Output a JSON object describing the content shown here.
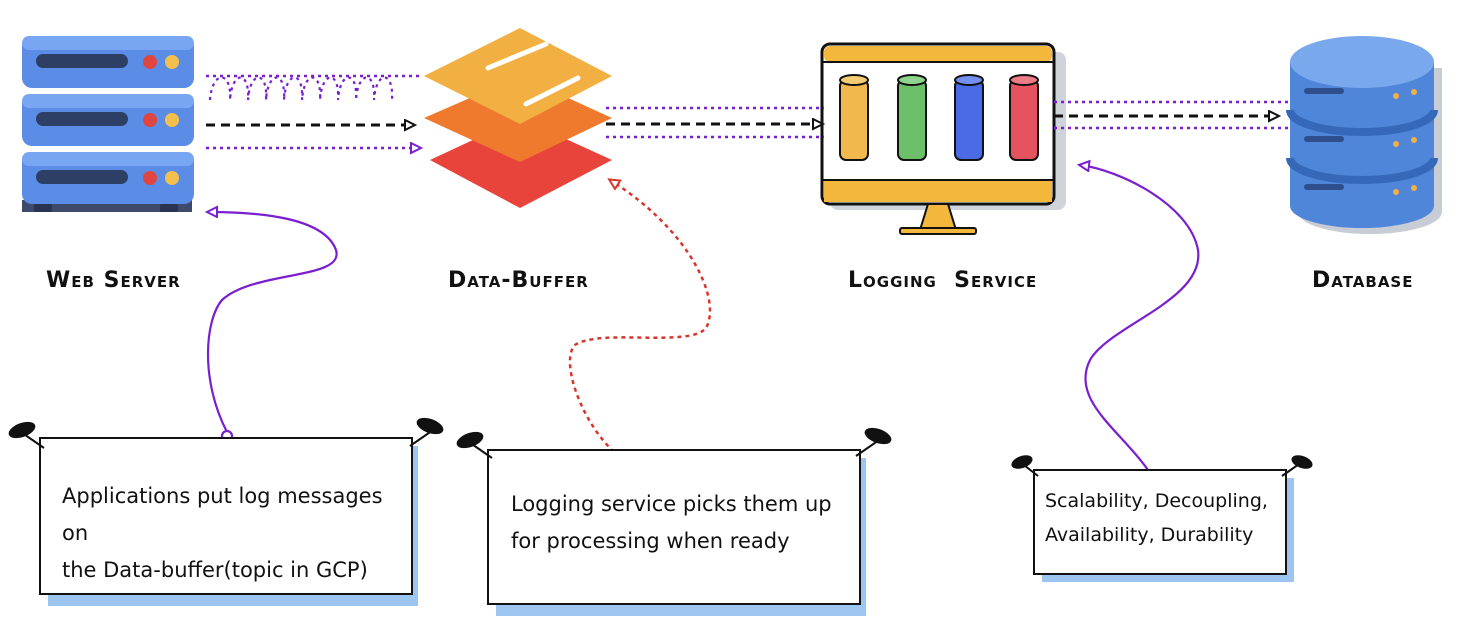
{
  "nodes": {
    "web_server": "Web Server",
    "data_buffer": "Data-Buffer",
    "logging_service": "Logging  Service",
    "database": "Database"
  },
  "notes": {
    "web_server_note_line1": "Applications put log messages on",
    "web_server_note_line2": "the Data-buffer(topic in GCP)",
    "buffer_note_line1": "Logging service picks them up",
    "buffer_note_line2": "for processing when ready",
    "logging_note_line1": "Scalability, Decoupling,",
    "logging_note_line2": "Availability, Durability"
  },
  "colors": {
    "purple": "#7a1fd0",
    "red_dotted": "#d9342b",
    "buffer_top": "#f3b042",
    "buffer_mid": "#ef7a2e",
    "buffer_bottom": "#e9443b",
    "server_blue": "#5b8de6",
    "db_blue": "#4f86d9",
    "monitor_yellow": "#f3b73b",
    "note_shadow": "#9cc6f0"
  },
  "icons": {
    "server": "server-stack-icon",
    "buffer": "layers-icon",
    "monitor": "monitor-icon",
    "database": "database-icon",
    "pin": "pushpin-icon"
  }
}
